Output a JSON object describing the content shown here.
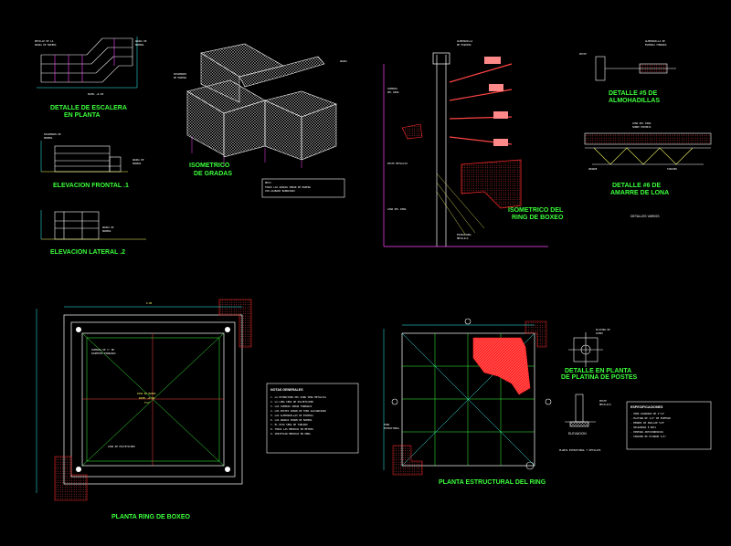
{
  "titles": {
    "stair_plan": [
      "DETALLE DE ESCALERA",
      "EN PLANTA"
    ],
    "front_elev": "ELEVACION FRONTAL .1",
    "side_elev": "ELEVACION LATERAL .2",
    "iso_gradas": [
      "ISOMETRICO",
      "DE GRADAS"
    ],
    "iso_ring": [
      "ISOMETRICO DEL",
      "RING DE BOXEO"
    ],
    "detail_almohadilla": [
      "DETALLE #5 DE",
      "ALMOHADILLAS"
    ],
    "detail_amarre": [
      "DETALLE #6 DE",
      "AMARRE DE LONA"
    ],
    "detalles_varios": "DETALLES VARIOS",
    "planta_ring": "PLANTA RING DE BOXEO",
    "planta_estructural": "PLANTA ESTRUCTURAL DEL RING",
    "detalle_platina": [
      "DETALLE EN PLANTA",
      "DE PLATINA DE POSTES"
    ],
    "elevacion": "ELEVACION",
    "notas_generales": "NOTAS GENERALES",
    "especificaciones": "ESPECIFICACIONES",
    "piso_ring": [
      "PISO DE BOXEO",
      "NIVEL +0.60",
      "T=2\""
    ]
  },
  "colors": {
    "background": "#000000",
    "green": "#3cff3c",
    "yellow": "#ffff66",
    "cyan": "#33ffff",
    "red": "#ff2a2a",
    "white": "#ffffff",
    "magenta": "#ff44ff",
    "orange": "#ff9933"
  }
}
